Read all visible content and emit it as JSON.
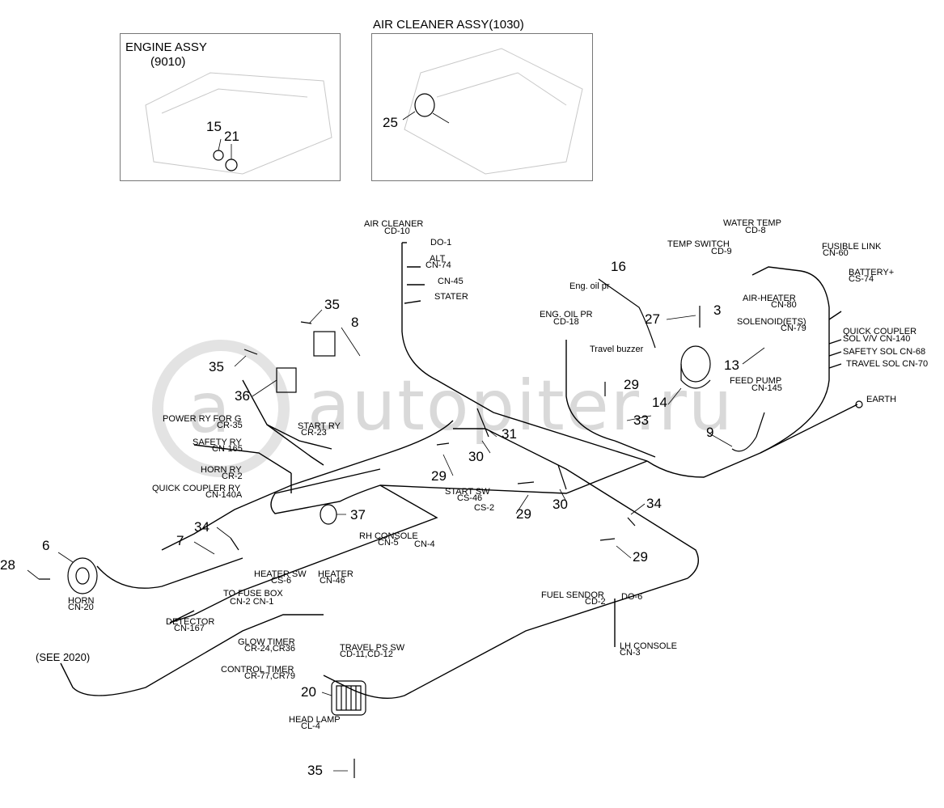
{
  "insets": {
    "engine": {
      "title_line1": "ENGINE ASSY",
      "title_line2": "(9010)"
    },
    "air_cleaner": {
      "title": "AIR CLEANER ASSY(1030)"
    }
  },
  "watermark": {
    "text": "autopiter.ru",
    "logo_glyph": "a"
  },
  "callouts": {
    "n15": "15",
    "n21": "21",
    "n25": "25",
    "n35a": "35",
    "n8": "8",
    "n35b": "35",
    "n36": "36",
    "n16": "16",
    "n27": "27",
    "n3": "3",
    "n13": "13",
    "n29a": "29",
    "n14": "14",
    "n33": "33",
    "n9": "9",
    "n31": "31",
    "n29b": "29",
    "n30a": "30",
    "n29c": "29",
    "n30b": "30",
    "n34a": "34",
    "n29d": "29",
    "n37": "37",
    "n34b": "34",
    "n7": "7",
    "n6": "6",
    "n28": "28",
    "n20": "20",
    "n35c": "35"
  },
  "labels": {
    "air_cleaner": "AIR CLEANER",
    "cd10": "CD-10",
    "do1": "DO-1",
    "alt": "ALT",
    "cn74": "CN-74",
    "cn45": "CN-45",
    "stater": "STATER",
    "water_temp": "WATER TEMP",
    "cd8": "CD-8",
    "temp_switch": "TEMP SWITCH",
    "cd9": "CD-9",
    "fusible_link": "FUSIBLE LINK",
    "cn60": "CN-60",
    "battery": "BATTERY+",
    "cs74": "CS-74",
    "eng_oil_pr_small": "Eng. oil pr",
    "air_heater": "AIR-HEATER",
    "cn80": "CN-80",
    "eng_oil_pr": "ENG. OIL PR",
    "cd18": "CD-18",
    "solenoid": "SOLENOID(ETS)",
    "cn79": "CN-79",
    "quick_coupler": "QUICK COUPLER",
    "sol_vv": "SOL V/V CN-140",
    "safety_sol": "SAFETY SOL CN-68",
    "travel_sol": "TRAVEL SOL CN-70",
    "travel_buzzer": "Travel buzzer",
    "feed_pump": "FEED PUMP",
    "cn145": "CN-145",
    "earth": "EARTH",
    "power_ry": "POWER RY FOR G",
    "cr35": "CR-35",
    "start_ry": "START RY",
    "cr23": "CR-23",
    "safety_ry": "SAFETY RY",
    "cn165": "CN-165",
    "horn_ry": "HORN RY",
    "cr2": "CR-2",
    "quick_coupler_ry": "QUICK COUPLER RY",
    "cn140a": "CN-140A",
    "start_sw": "START SW",
    "cs46": "CS-46",
    "cs2": "CS-2",
    "rh_console": "RH CONSOLE",
    "cn5": "CN-5",
    "cn4": "CN-4",
    "heater_sw": "HEATER SW",
    "cs6": "CS-6",
    "heater": "HEATER",
    "cn46": "CN-46",
    "to_fuse_box": "TO FUSE BOX",
    "cn2_cn1": "CN-2  CN-1",
    "horn": "HORN",
    "cn20": "CN-20",
    "detector": "DETECTOR",
    "cn167": "CN-167",
    "fuel_sendor": "FUEL SENDOR",
    "cd2": "CD-2",
    "do6": "DO-6",
    "lh_console": "LH CONSOLE",
    "cn3": "CN-3",
    "see_2020": "(SEE 2020)",
    "glow_timer": "GLOW TIMER",
    "cr24_36": "CR-24,CR36",
    "travel_ps_sw": "TRAVEL PS SW",
    "cd11_12": "CD-11,CD-12",
    "control_timer": "CONTROL TIMER",
    "cr77_79": "CR-77,CR79",
    "head_lamp": "HEAD LAMP",
    "cl4": "CL-4"
  },
  "colors": {
    "line": "#000000",
    "inset_border": "#777777",
    "sketch": "#c8c8c8",
    "watermark": "#d9d9d9"
  }
}
